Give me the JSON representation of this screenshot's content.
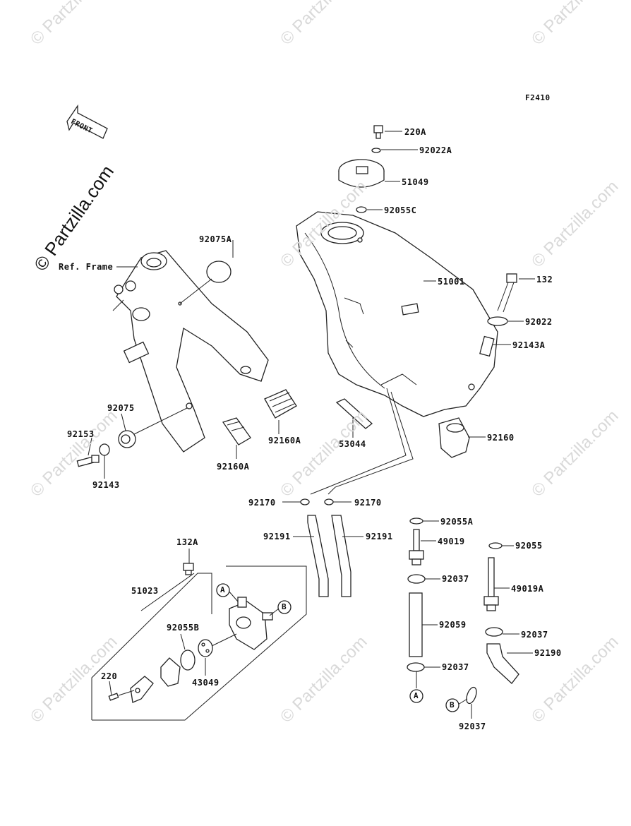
{
  "diagram": {
    "code": "F2410",
    "front_arrow": "FRONT",
    "watermark": "© Partzilla.com",
    "ref_frame_label": "Ref. Frame"
  },
  "callouts": {
    "c220A": "220A",
    "c92022A": "92022A",
    "c51049": "51049",
    "c92055C": "92055C",
    "c51001": "51001",
    "c132": "132",
    "c92022": "92022",
    "c92143A": "92143A",
    "c92075A": "92075A",
    "c92160": "92160",
    "c53044": "53044",
    "c92160A_1": "92160A",
    "c92160A_2": "92160A",
    "c92075": "92075",
    "c92153": "92153",
    "c92143": "92143",
    "c92170_1": "92170",
    "c92170_2": "92170",
    "c92191_1": "92191",
    "c92191_2": "92191",
    "c92055A": "92055A",
    "c49019": "49019",
    "c92055": "92055",
    "c92037_1": "92037",
    "c49019A": "49019A",
    "c92059": "92059",
    "c92037_2": "92037",
    "c92037_3": "92037",
    "c92190": "92190",
    "c92037_4": "92037",
    "c132A": "132A",
    "c51023": "51023",
    "c92055B": "92055B",
    "c43049": "43049",
    "c220": "220",
    "markA_1": "A",
    "markB_1": "B",
    "markA_2": "A",
    "markB_2": "B"
  },
  "colors": {
    "line": "#222222",
    "watermark": "#d9d9d9"
  }
}
